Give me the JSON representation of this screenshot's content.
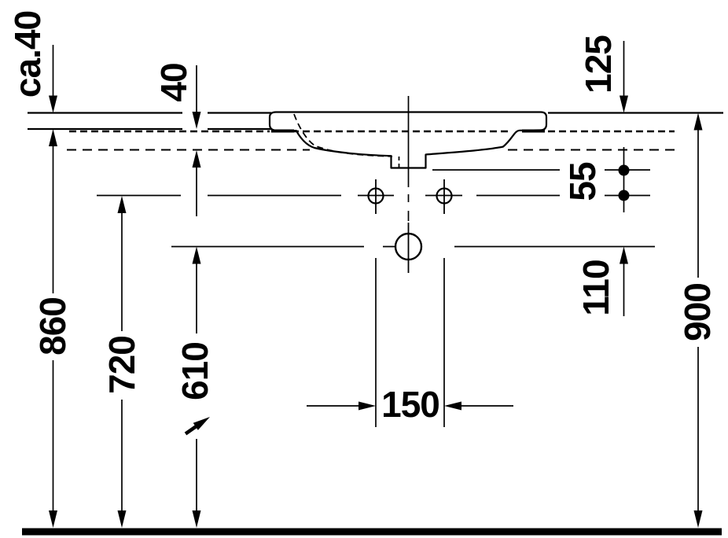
{
  "drawing": {
    "title": "Washbasin installation side-view dimension drawing",
    "labels": {
      "counter_thickness": "ca.40",
      "rim_drop": "40",
      "rim_to_basin_underside": "125",
      "basin_underside_to_holes": "55",
      "holes_to_drain": "110",
      "floor_to_counter_underside": "860",
      "floor_to_fixing_holes": "720",
      "floor_to_drain": "610",
      "floor_to_rim": "900",
      "hole_spacing": "150"
    }
  }
}
